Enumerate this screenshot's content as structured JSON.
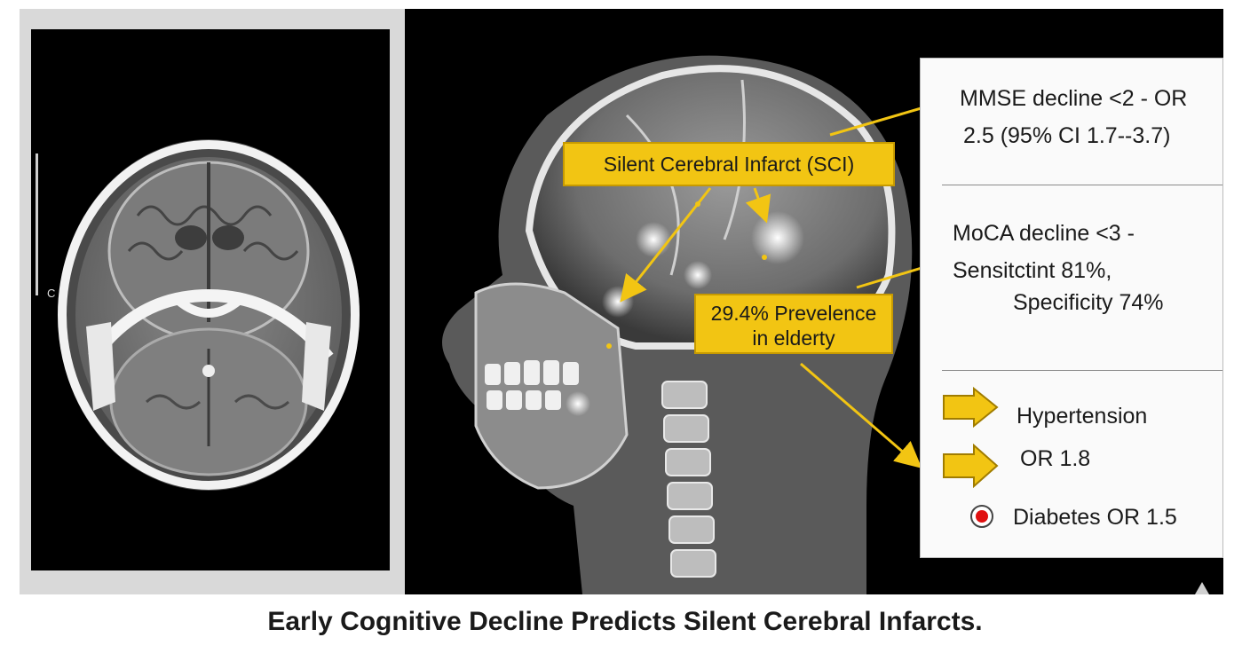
{
  "ct_panel": {
    "marker": "C"
  },
  "labels": {
    "sci": "Silent Cerebral Infarct (SCI)",
    "prevalence_line1": "29.4% Prevelence",
    "prevalence_line2": "in elderty"
  },
  "card": {
    "mmse_line1": "MMSE decline <2 - OR",
    "mmse_line2": "2.5 (95% CI 1.7--3.7)",
    "moca_line1": "MoCA decline <3 -",
    "moca_line2": "Sensitctint 81%,",
    "moca_line3": "Specificity 74%",
    "risk_hypertension": "Hypertension",
    "risk_or": "OR 1.8",
    "risk_diabetes": "Diabetes OR  1.5",
    "icons": [
      "yellow-arrow-icon",
      "yellow-arrow-icon",
      "red-dot-icon"
    ]
  },
  "caption": "Early Cognitive Decline Predicts Silent Cerebral Infarcts.",
  "colors": {
    "label_yellow": "#f2c513",
    "arrow_yellow": "#f2c513",
    "dot_red": "#e01010",
    "caption_text": "#1a1a1a"
  }
}
